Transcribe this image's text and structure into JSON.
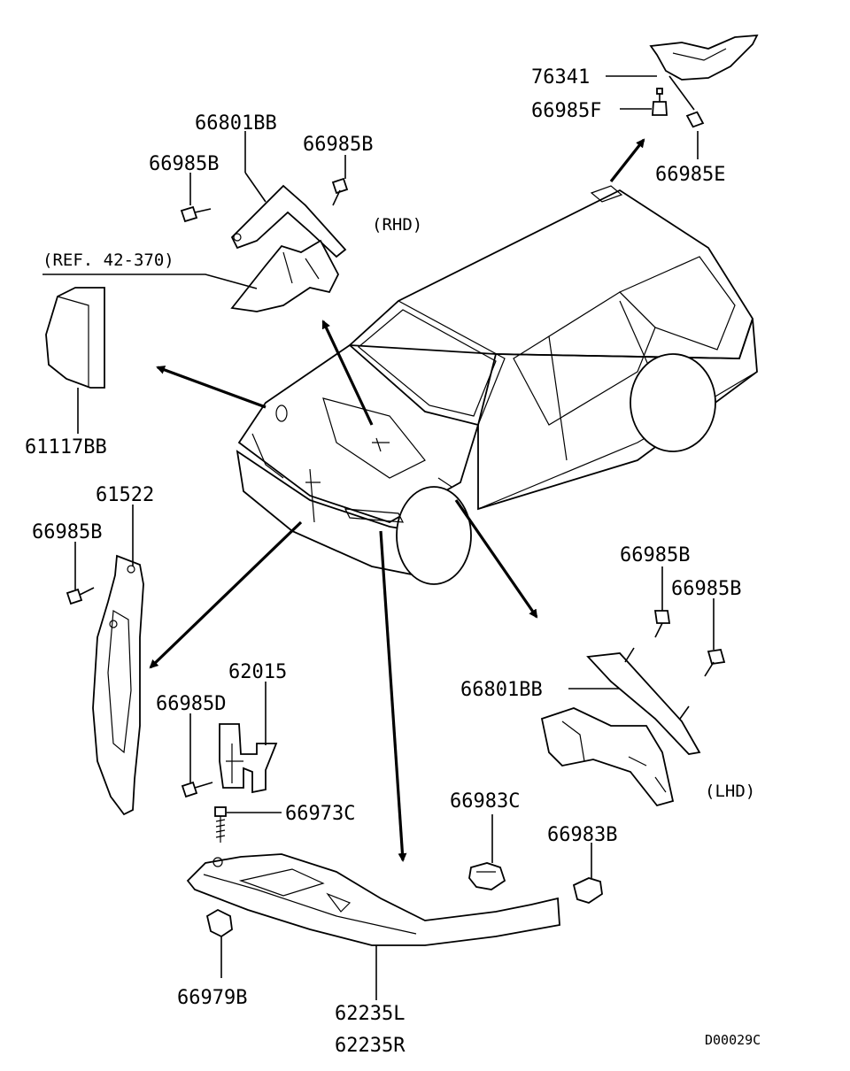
{
  "labels": {
    "p76341": "76341",
    "p66985F": "66985F",
    "p66985E": "66985E",
    "p66801BB_rhd": "66801BB",
    "p66985B_rhd_top": "66985B",
    "p66985B_rhd_left": "66985B",
    "rhd": "(RHD)",
    "ref": "(REF. 42-370)",
    "p61117BB": "61117BB",
    "p61522": "61522",
    "p66985B_left": "66985B",
    "p62015": "62015",
    "p66985D": "66985D",
    "p66973C": "66973C",
    "p66985B_lhd_1": "66985B",
    "p66985B_lhd_2": "66985B",
    "p66801BB_lhd": "66801BB",
    "lhd": "(LHD)",
    "p66983C": "66983C",
    "p66983B": "66983B",
    "p66979B": "66979B",
    "p62235L": "62235L",
    "p62235R": "62235R",
    "diagram_code": "D00029C"
  },
  "icons": {
    "vehicle": "station-wagon-outline",
    "bolt": "flange-bolt",
    "screw": "tapping-screw",
    "clip": "retainer-clip"
  }
}
